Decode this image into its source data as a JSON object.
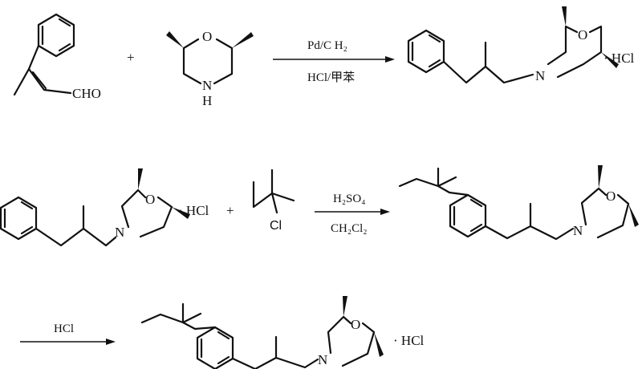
{
  "reaction1": {
    "reactant_a": {
      "aldehyde_label": "CHO"
    },
    "plus": "+",
    "reactant_b": {
      "o_label": "O",
      "n_label": "N",
      "h_label": "H"
    },
    "conditions_above": "Pd/C  H₂",
    "conditions_below": "HCl/甲苯",
    "product": {
      "n_label": "N",
      "o_label": "O",
      "salt_label": "· HCl"
    }
  },
  "reaction2": {
    "reactant_a": {
      "n_label": "N",
      "o_label": "O",
      "salt_label": "·   HCl"
    },
    "plus": "+",
    "reactant_b": {
      "cl_label": "Cl"
    },
    "conditions_above": "H₂SO₄",
    "conditions_below": "CH₂Cl₂",
    "product": {
      "n_label": "N",
      "o_label": "O"
    }
  },
  "reaction3": {
    "conditions_above": "HCl",
    "product": {
      "n_label": "N",
      "o_label": "O",
      "salt_label": "·  HCl"
    }
  }
}
